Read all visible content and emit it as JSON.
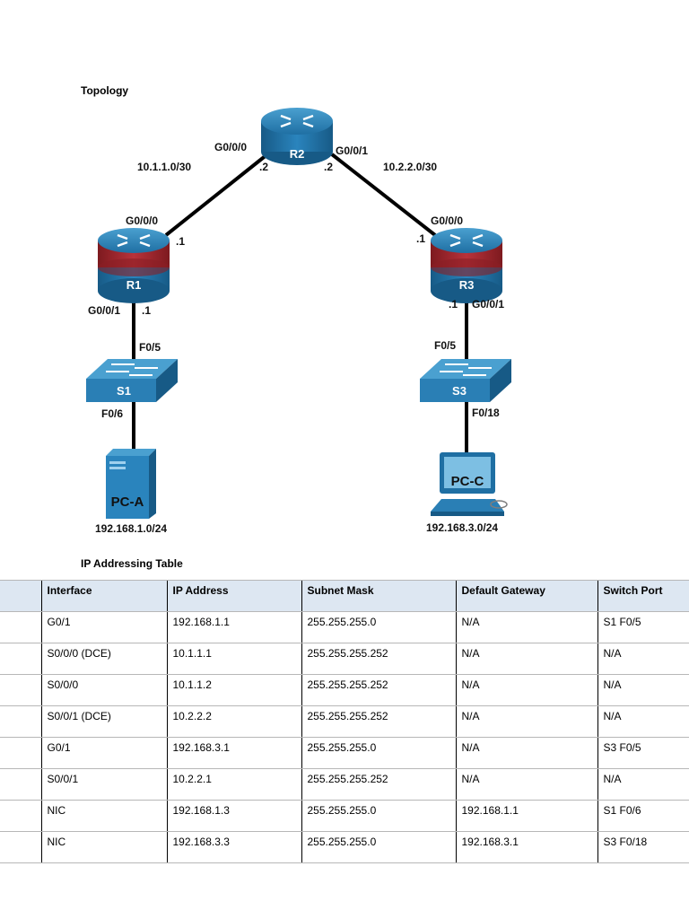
{
  "topology": {
    "title": "Topology",
    "routers": [
      {
        "name": "R2"
      },
      {
        "name": "R1"
      },
      {
        "name": "R3"
      }
    ],
    "switches": [
      {
        "name": "S1"
      },
      {
        "name": "S3"
      }
    ],
    "hosts": [
      {
        "name": "PC-A",
        "network": "192.168.1.0/24"
      },
      {
        "name": "PC-C",
        "network": "192.168.3.0/24"
      }
    ],
    "links": [
      {
        "network": "10.1.1.0/30"
      },
      {
        "network": "10.2.2.0/30"
      }
    ],
    "interface_labels": {
      "r2_left": "G0/0/0",
      "r2_right": "G0/0/1",
      "r2_left_host": ".2",
      "r2_right_host": ".2",
      "r1_top": "G0/0/0",
      "r1_top_host": ".1",
      "r1_bottom": "G0/0/1",
      "r1_bottom_host": ".1",
      "r3_top": "G0/0/0",
      "r3_top_host": ".1",
      "r3_bottom": "G0/0/1",
      "r3_bottom_host": ".1",
      "s1_up": "F0/5",
      "s1_down": "F0/6",
      "s3_up": "F0/5",
      "s3_down": "F0/18"
    },
    "colors": {
      "router_blue": "#1f6fa3",
      "firewall_red": "#a8262c",
      "switch_blue": "#2a7fb5",
      "cable": "#000000"
    }
  },
  "ip_table": {
    "title": "IP Addressing Table",
    "headers": [
      "",
      "Interface",
      "IP Address",
      "Subnet Mask",
      "Default Gateway",
      "Switch Port"
    ],
    "rows": [
      [
        "",
        "G0/1",
        "192.168.1.1",
        "255.255.255.0",
        "N/A",
        "S1 F0/5"
      ],
      [
        "",
        "S0/0/0 (DCE)",
        "10.1.1.1",
        "255.255.255.252",
        "N/A",
        "N/A"
      ],
      [
        "",
        "S0/0/0",
        "10.1.1.2",
        "255.255.255.252",
        "N/A",
        "N/A"
      ],
      [
        "",
        "S0/0/1 (DCE)",
        "10.2.2.2",
        "255.255.255.252",
        "N/A",
        "N/A"
      ],
      [
        "",
        "G0/1",
        "192.168.3.1",
        "255.255.255.0",
        "N/A",
        "S3 F0/5"
      ],
      [
        "",
        "S0/0/1",
        "10.2.2.1",
        "255.255.255.252",
        "N/A",
        "N/A"
      ],
      [
        "",
        "NIC",
        "192.168.1.3",
        "255.255.255.0",
        "192.168.1.1",
        "S1 F0/6"
      ],
      [
        "",
        "NIC",
        "192.168.3.3",
        "255.255.255.0",
        "192.168.3.1",
        "S3 F0/18"
      ]
    ]
  }
}
